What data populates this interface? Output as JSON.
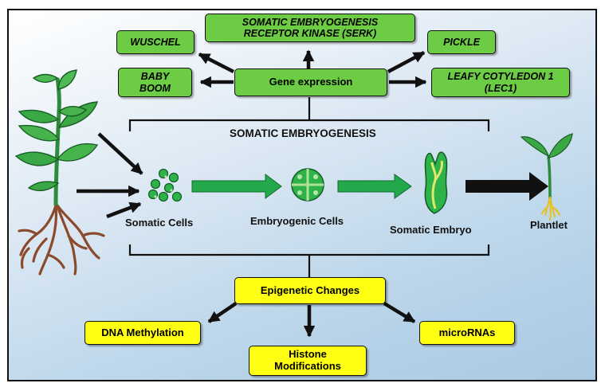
{
  "title": "SOMATIC EMBRYOGENESIS",
  "colors": {
    "gene_box": "#6ccd45",
    "epigenetic_box": "#ffff13",
    "cell_green": "#2db34a",
    "arrow_green": "#23a94b",
    "background_blue": "#bcd6ea",
    "root_brown": "#8b4a2b"
  },
  "gene_expression": {
    "center": "Gene expression",
    "genes": {
      "serk": "SOMATIC EMBRYOGENESIS\nRECEPTOR KINASE (SERK)",
      "wuschel": "WUSCHEL",
      "pickle": "PICKLE",
      "baby_boom": "BABY\nBOOM",
      "lec1": "LEAFY COTYLEDON 1\n(LEC1)"
    }
  },
  "stages": {
    "somatic_cells": "Somatic Cells",
    "embryogenic_cells": "Embryogenic Cells",
    "somatic_embryo": "Somatic Embryo",
    "plantlet": "Plantlet"
  },
  "epigenetics": {
    "center": "Epigenetic Changes",
    "dna_methylation": "DNA Methylation",
    "histone_modifications": "Histone\nModifications",
    "micrornas": "microRNAs"
  }
}
